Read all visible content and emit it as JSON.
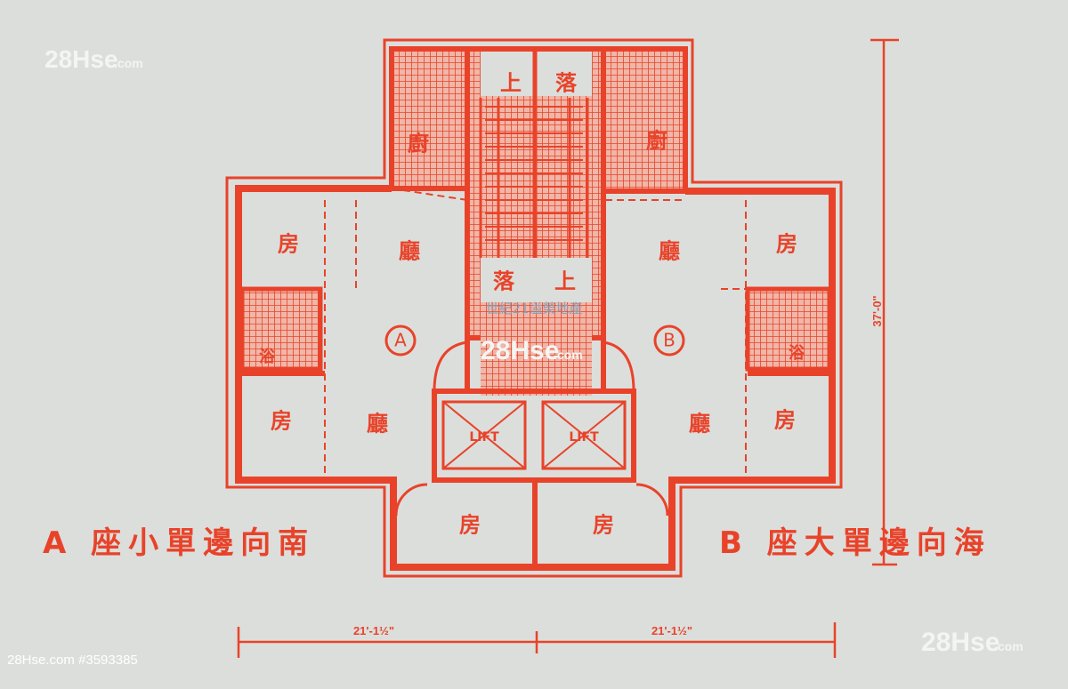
{
  "plan": {
    "rooms": {
      "bedroom": "房",
      "living": "廳",
      "kitchen": "廚",
      "bath": "浴",
      "up": "上",
      "down": "落",
      "lift": "LIFT"
    },
    "flat_a": "A",
    "flat_b": "B",
    "caption_a": "A 座小單邊向南",
    "caption_b": "B 座大單邊向海",
    "dim_left": "21'-1½\"",
    "dim_right": "21'-1½\"",
    "dim_height": "37'-0\""
  },
  "watermarks": {
    "logo": "28Hse",
    "logo_suffix": ".com",
    "agency": "世紀21溢榮地產",
    "listing_id": "28Hse.com #3593385"
  },
  "colors": {
    "ink": "#e8432a",
    "paper": "#dcdedb"
  }
}
